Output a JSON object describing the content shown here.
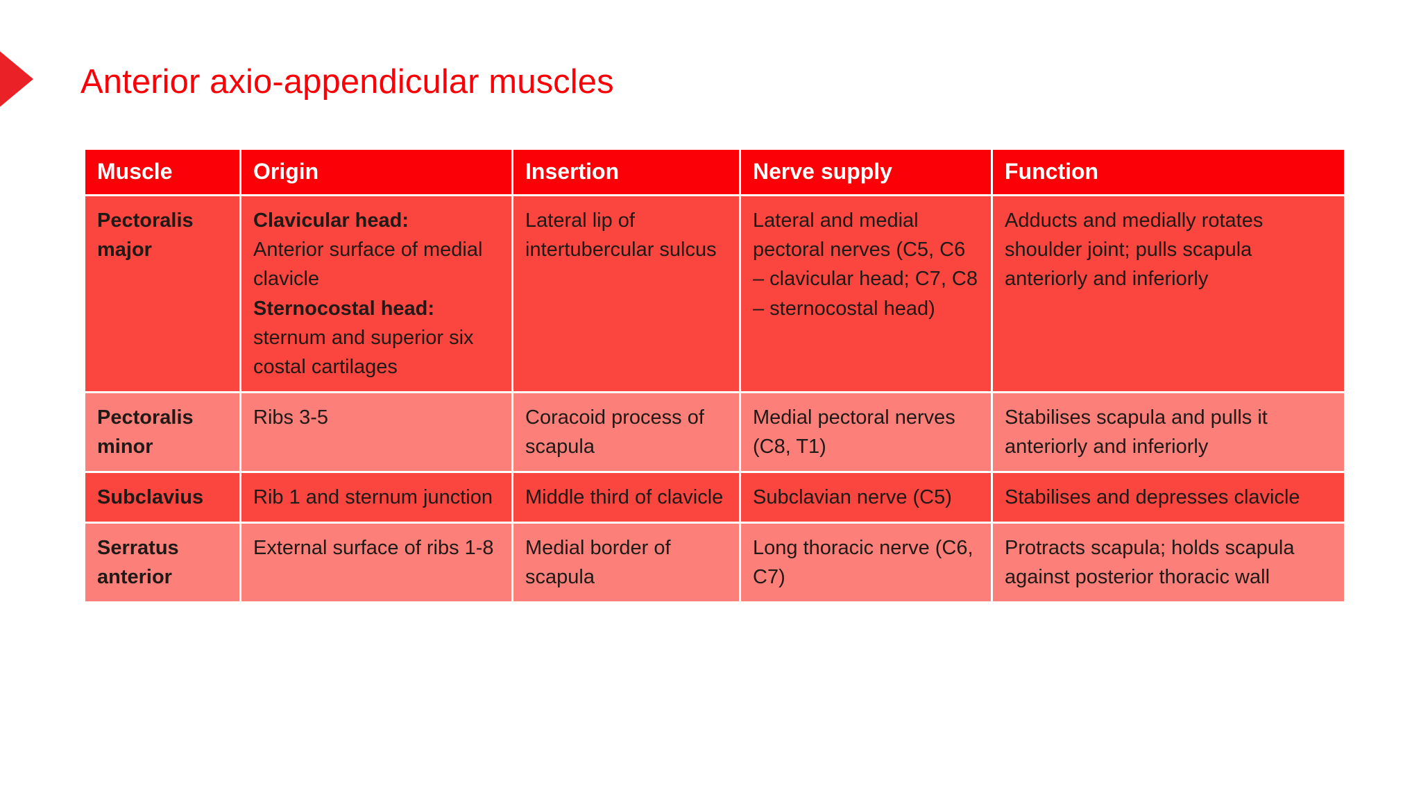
{
  "slide": {
    "title": "Anterior axio-appendicular muscles",
    "title_color": "#FB0007",
    "arrow_color": "#EA2227",
    "background": "#FFFFFF"
  },
  "table": {
    "header_bg": "#FB0007",
    "header_text_color": "#FFFFFF",
    "row_dark_bg": "#FB453F",
    "row_light_bg": "#FC8079",
    "body_text_color": "#1F1A17",
    "columns": [
      "Muscle",
      "Origin",
      "Insertion",
      "Nerve supply",
      "Function"
    ],
    "rows": [
      {
        "shade": "dark",
        "muscle": "Pectoralis major",
        "origin_clavicular_label": "Clavicular head:",
        "origin_clavicular_text": "Anterior surface of medial clavicle",
        "origin_sternocostal_label": "Sternocostal head:",
        "origin_sternocostal_text": "sternum and superior six costal cartilages",
        "insertion": "Lateral lip of intertubercular sulcus",
        "nerve": "Lateral and medial pectoral nerves (C5, C6 – clavicular head; C7, C8 – sternocostal head)",
        "function": "Adducts and medially rotates shoulder joint; pulls scapula anteriorly and inferiorly"
      },
      {
        "shade": "light",
        "muscle": "Pectoralis minor",
        "origin": "Ribs 3-5",
        "insertion": "Coracoid process of scapula",
        "nerve": "Medial pectoral nerves (C8, T1)",
        "function": "Stabilises scapula and pulls it anteriorly and inferiorly"
      },
      {
        "shade": "dark",
        "muscle": "Subclavius",
        "origin": "Rib 1 and sternum junction",
        "insertion": "Middle third of clavicle",
        "nerve": "Subclavian nerve (C5)",
        "function": "Stabilises and depresses clavicle"
      },
      {
        "shade": "light",
        "muscle": "Serratus anterior",
        "origin": "External surface of ribs 1-8",
        "insertion": "Medial border of scapula",
        "nerve": "Long thoracic nerve (C6, C7)",
        "function": "Protracts scapula; holds scapula against posterior thoracic wall"
      }
    ]
  }
}
